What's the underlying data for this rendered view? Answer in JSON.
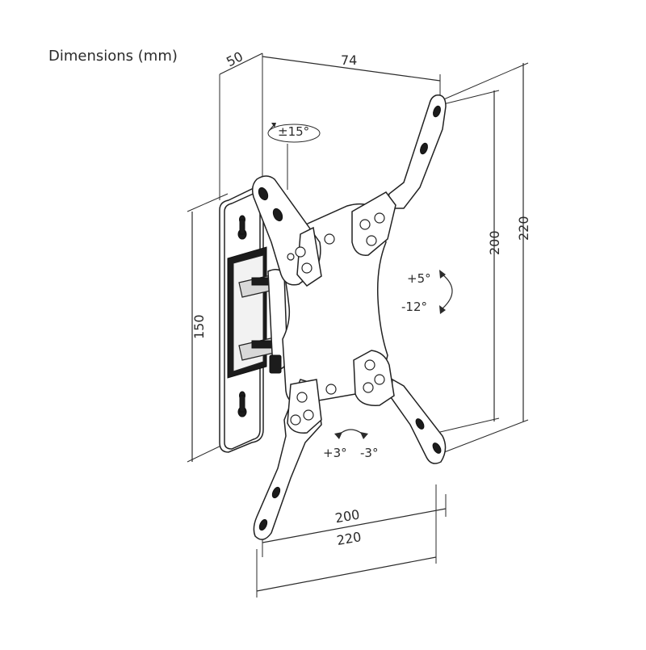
{
  "title": "Dimensions (mm)",
  "dimensions": {
    "wall_depth": "50",
    "arm_depth": "74",
    "plate_height": "150",
    "inner_height": "200",
    "outer_height": "220",
    "inner_width": "200",
    "outer_width": "220"
  },
  "angles": {
    "swivel": "±15°",
    "tilt_up": "+5°",
    "tilt_down": "-12°",
    "rotate_plus": "+3°",
    "rotate_minus": "-3°"
  }
}
